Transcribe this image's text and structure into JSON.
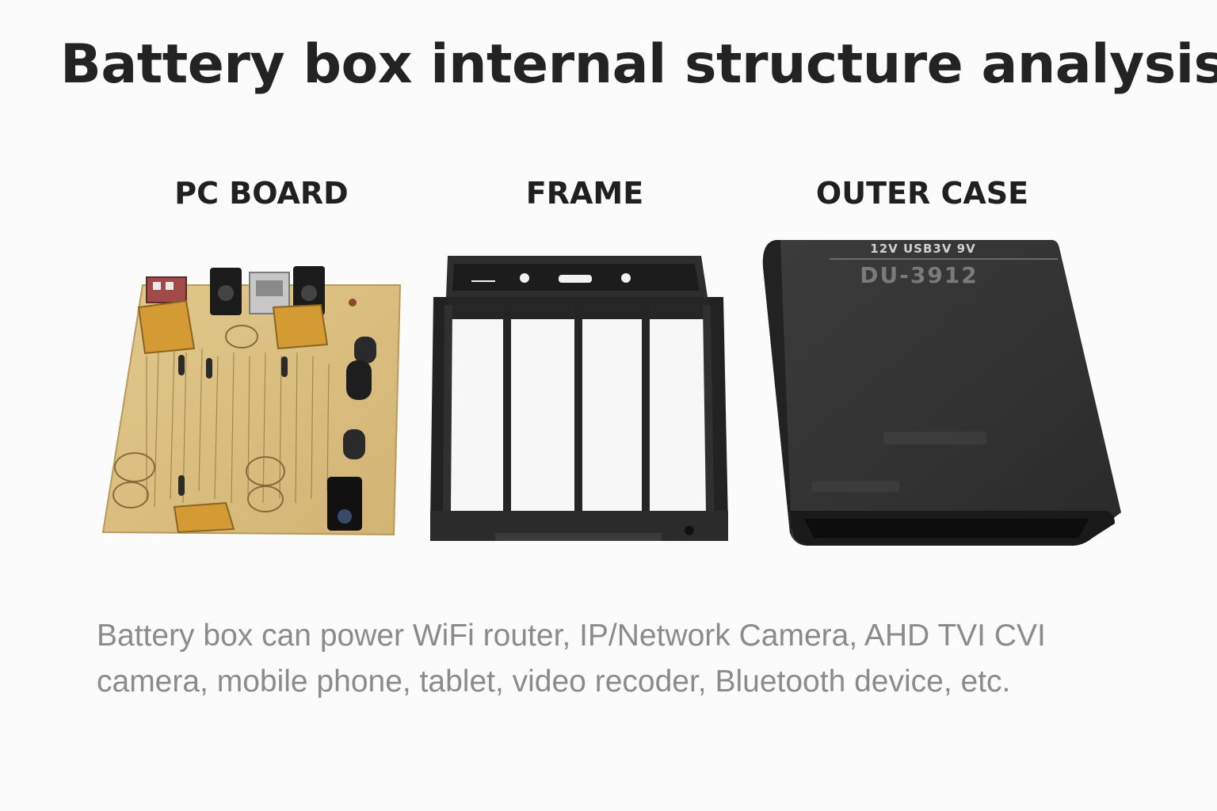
{
  "title": "Battery box internal structure analysis:",
  "components": [
    {
      "label": "PC BOARD"
    },
    {
      "label": "FRAME"
    },
    {
      "label": "OUTER CASE"
    }
  ],
  "outer_case": {
    "port_labels": "12V USB3V 9V",
    "model": "DU-3912"
  },
  "caption": "Battery box can power WiFi router, IP/Network Camera, AHD TVI CVI camera, mobile phone, tablet, video recoder, Bluetooth device, etc.",
  "colors": {
    "pcb": "#dcc080",
    "frame": "#222222",
    "case": "#333333"
  }
}
